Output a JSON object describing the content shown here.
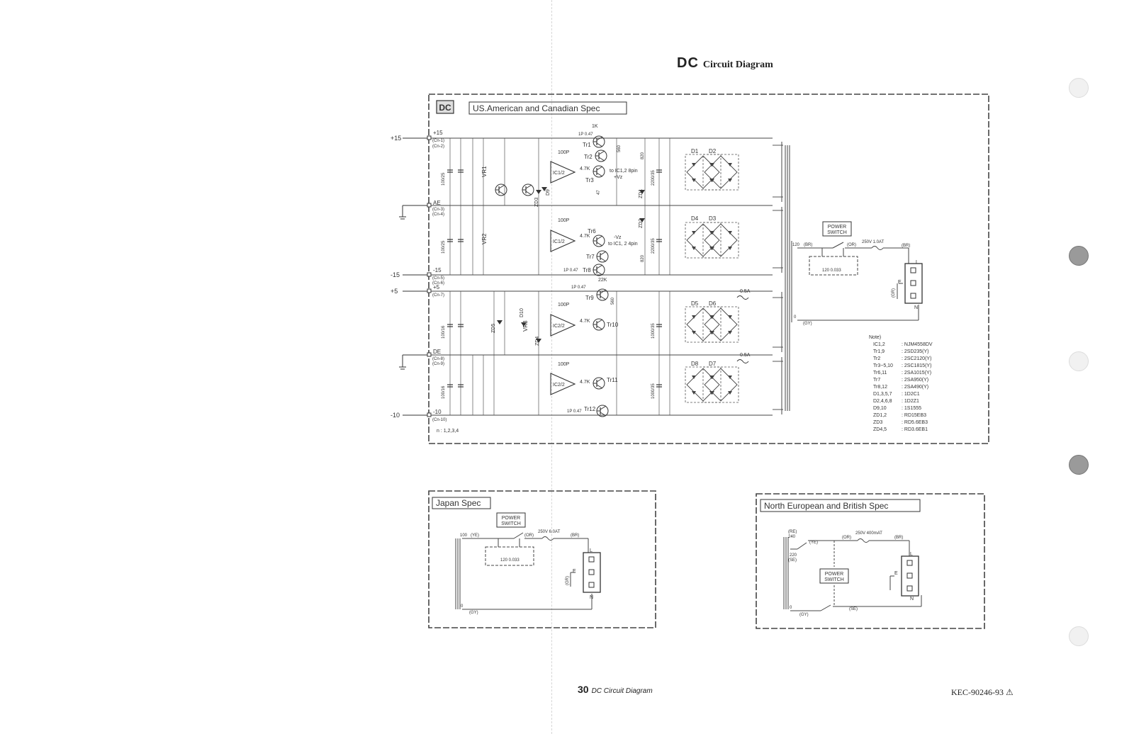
{
  "page_title": {
    "prefix": "DC",
    "text": "Circuit Diagram"
  },
  "footer": {
    "page_number": "30",
    "page_label": "DC Circuit Diagram",
    "doc_code": "KEC-90246-93 ⚠"
  },
  "main_panel": {
    "badge": "DC",
    "title": "US.American and Canadian Spec",
    "rails": [
      "+15",
      "-15",
      "+5",
      "-10"
    ],
    "nodes": [
      "+15",
      "AE",
      "-15",
      "+5",
      "DE",
      "-10"
    ],
    "pins": [
      "(Cn-1)",
      "(Cn-2)",
      "(Cn-3)",
      "(Cn-4)",
      "(Cn-5)",
      "(Cn-6)",
      "(Cn-7)",
      "(Cn-8)",
      "(Cn-9)",
      "(Cn-10)"
    ],
    "footnote": "n : 1,2,3,4",
    "ics": [
      "IC1/2",
      "IC1/2",
      "IC2/2",
      "IC2/2"
    ],
    "transistors": [
      "Tr1",
      "Tr2",
      "Tr3",
      "Tr6",
      "Tr7",
      "Tr8",
      "Tr9",
      "Tr10",
      "Tr11",
      "Tr12"
    ],
    "diodes": [
      "D1",
      "D2",
      "D4",
      "D3",
      "D5",
      "D6",
      "D8",
      "D7"
    ],
    "zeners": [
      "ZD3",
      "ZD1",
      "ZD2",
      "ZD5",
      "ZD4"
    ],
    "small_diodes": [
      "D9",
      "D10"
    ],
    "pots": [
      "VR1",
      "VR2",
      "VR3"
    ],
    "cap_labels": [
      "100P",
      "100P",
      "100P",
      "100P"
    ],
    "res_labels": [
      "1K",
      "4.7K",
      "4.7K",
      "4.7K",
      "4.7K",
      "22K",
      "47",
      "560",
      "560",
      "820",
      "820"
    ],
    "cap_values": [
      "100/25",
      "100/25",
      "100/16",
      "100/16",
      "2200/35",
      "2200/35",
      "1000/35",
      "1000/35"
    ],
    "fp_labels": [
      "1P 0.47",
      "1P 0.47",
      "1P 0.47",
      "1P 0.47"
    ],
    "ref_top": "to IC1,2 8pin",
    "vz_top": "+Vz",
    "ref_bottom": "to IC1, 2 4pin",
    "vz_bottom": "-Vz",
    "fuse_labels": [
      "0.5A",
      "0.5A"
    ],
    "mains": {
      "switch_label": [
        "POWER",
        "SWITCH"
      ],
      "tap": "120",
      "wire_br": "(BR)",
      "wire_or": "(OR)",
      "wire_gy": "(GY)",
      "wire_gr": "(GR)",
      "fuse": "250V 1.0AT",
      "snubber": "120   0.033",
      "socket": [
        "L",
        "E",
        "N"
      ],
      "zero": "0"
    },
    "note": {
      "title": "Note)",
      "rows": [
        {
          "part": "IC1,2",
          "value": ": NJM4558DV"
        },
        {
          "part": "Tr1,9",
          "value": ": 2SD235(Y)"
        },
        {
          "part": "Tr2",
          "value": ": 2SC2120(Y)"
        },
        {
          "part": "Tr3~5,10",
          "value": ": 2SC1815(Y)"
        },
        {
          "part": "Tr6,11",
          "value": ": 2SA1015(Y)"
        },
        {
          "part": "Tr7",
          "value": ": 2SA950(Y)"
        },
        {
          "part": "Tr8,12",
          "value": ": 2SA490(Y)"
        },
        {
          "part": "D1,3,5,7",
          "value": ": 1D2C1"
        },
        {
          "part": "D2,4,6,8",
          "value": ": 1D2Z1"
        },
        {
          "part": "D9,10",
          "value": ": 1S1555"
        },
        {
          "part": "ZD1,2",
          "value": ": RD15EB3"
        },
        {
          "part": "ZD3",
          "value": ": RD5.6EB3"
        },
        {
          "part": "ZD4,5",
          "value": ": RD3.6EB1"
        }
      ]
    }
  },
  "japan_panel": {
    "title": "Japan Spec",
    "switch_label": [
      "POWER",
      "SWITCH"
    ],
    "tap": "100",
    "wire_ye": "(YE)",
    "wire_or": "(OR)",
    "wire_br": "(BR)",
    "wire_gy": "(GY)",
    "wire_gr": "(GR)",
    "fuse": "250V 6.0AT",
    "snubber": "120   0.033",
    "socket": [
      "L",
      "E",
      "N"
    ],
    "zero": "0"
  },
  "eu_panel": {
    "title": "North European and British Spec",
    "switch_label": [
      "POWER",
      "SWITCH"
    ],
    "wire_re": "(RE)",
    "tap_240": "240",
    "wire_ye": "(YE)",
    "tap_220": "220",
    "wire_se": "(SE)",
    "wire_or": "(OR)",
    "wire_br": "(BR)",
    "wire_gy": "(GY)",
    "wire_se2": "(SE)",
    "fuse": "250V 400mAT",
    "socket": [
      "L",
      "E",
      "N"
    ],
    "zero": "0"
  }
}
